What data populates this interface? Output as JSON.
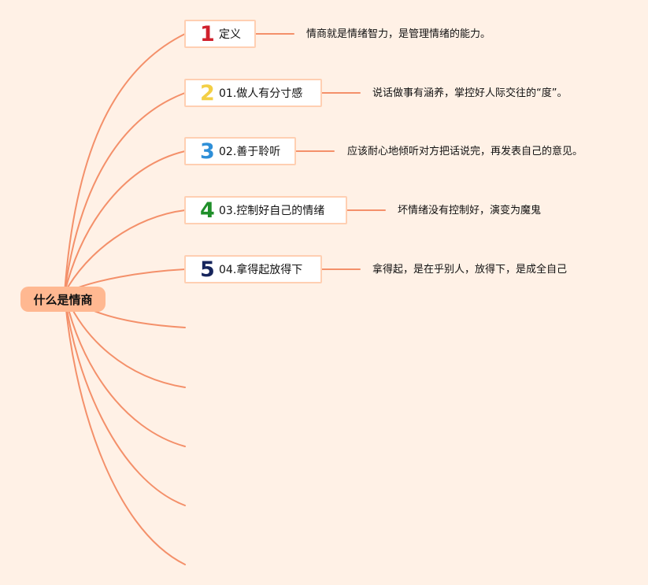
{
  "root": {
    "label": "什么是情商"
  },
  "topics": [
    {
      "number": "1",
      "label": "定义",
      "color": "#d0202c",
      "desc": "情商就是情绪智力，是管理情绪的能力。"
    },
    {
      "number": "2",
      "label": "01.做人有分寸感",
      "color": "#f3cf45",
      "desc": "说话做事有涵养，掌控好人际交往的“度”。"
    },
    {
      "number": "3",
      "label": "02.善于聆听",
      "color": "#2e8fd8",
      "desc": "应该耐心地倾听对方把话说完，再发表自己的意见。"
    },
    {
      "number": "4",
      "label": "03.控制好自己的情绪",
      "color": "#1f8f2a",
      "desc": "坏情绪没有控制好，演变为魔鬼"
    },
    {
      "number": "5",
      "label": "04.拿得起放得下",
      "color": "#16255c",
      "desc": "拿得起，是在乎别人，放得下，是成全自己"
    }
  ],
  "colors": {
    "background": "#fff1e6",
    "branch": "#f4906a",
    "root_fill": "#ffb891",
    "topic_border": "#ffcfb2"
  }
}
